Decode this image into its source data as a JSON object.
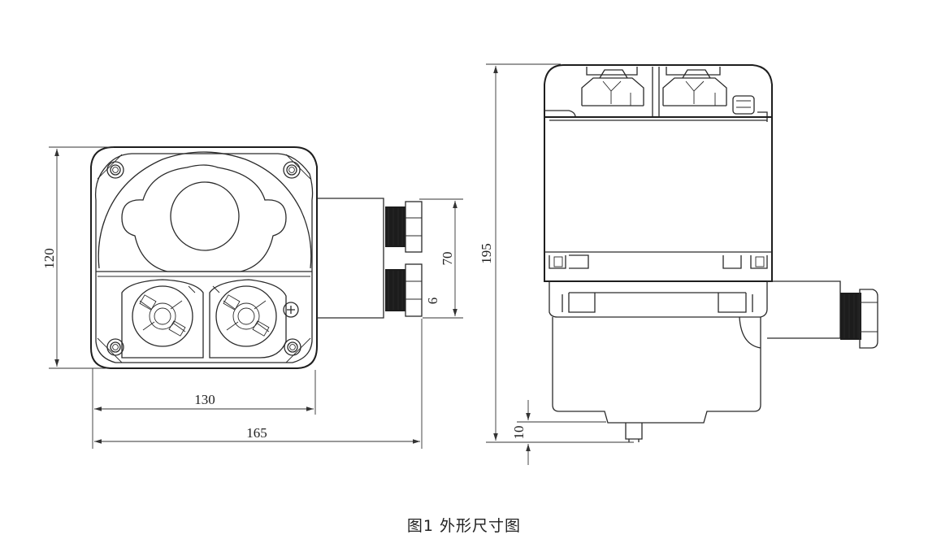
{
  "figure": {
    "caption": "图1  外形尺寸图"
  },
  "front_view": {
    "dimensions": {
      "height_120": "120",
      "height_70": "70",
      "offset_6": "6",
      "width_130": "130",
      "width_165": "165"
    }
  },
  "side_view": {
    "dimensions": {
      "height_195": "195",
      "bottom_10": "10"
    }
  }
}
